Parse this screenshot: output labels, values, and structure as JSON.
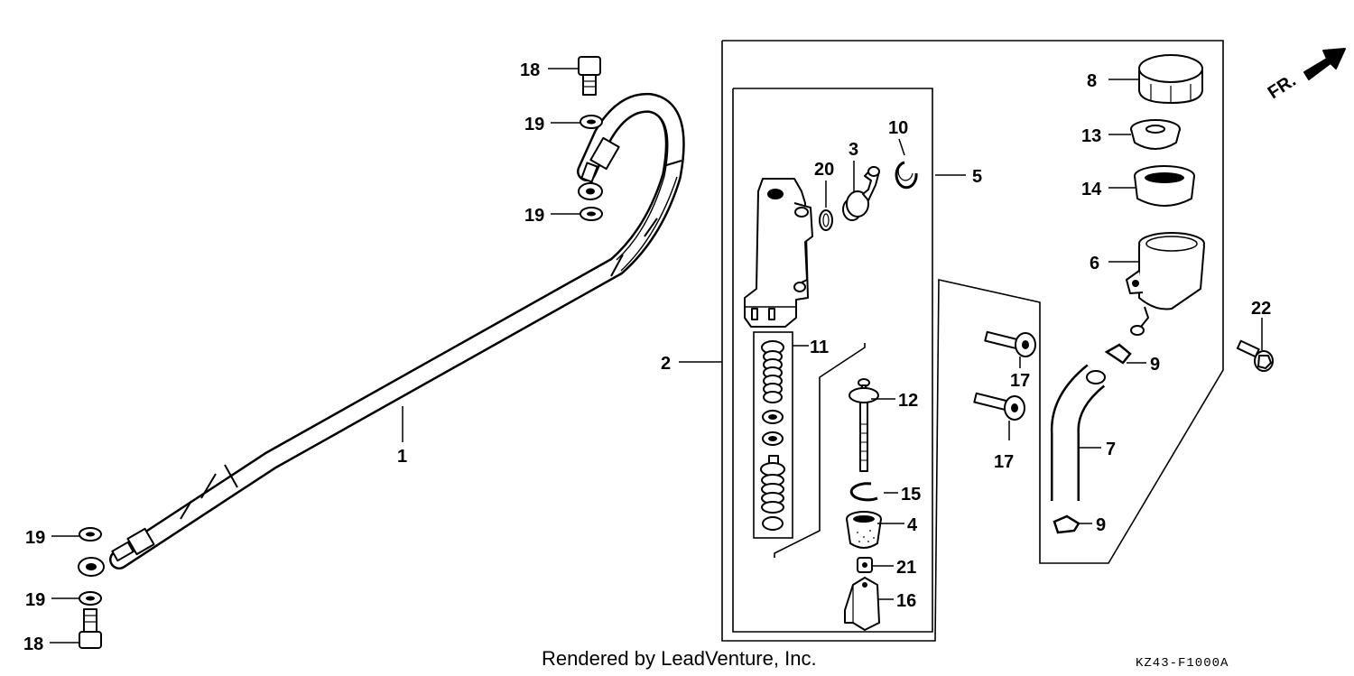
{
  "callouts": {
    "c1": "1",
    "c2": "2",
    "c3": "3",
    "c4": "4",
    "c5": "5",
    "c6": "6",
    "c7": "7",
    "c8": "8",
    "c9a": "9",
    "c9b": "9",
    "c10": "10",
    "c11": "11",
    "c12": "12",
    "c13": "13",
    "c14": "14",
    "c15": "15",
    "c16": "16",
    "c17a": "17",
    "c17b": "17",
    "c18a": "18",
    "c18b": "18",
    "c19a": "19",
    "c19b": "19",
    "c19c": "19",
    "c19d": "19",
    "c20": "20",
    "c21": "21",
    "c22": "22"
  },
  "direction_label": "FR.",
  "footer": {
    "credit": "Rendered by LeadVenture, Inc.",
    "code": "KZ43-F1000A"
  }
}
